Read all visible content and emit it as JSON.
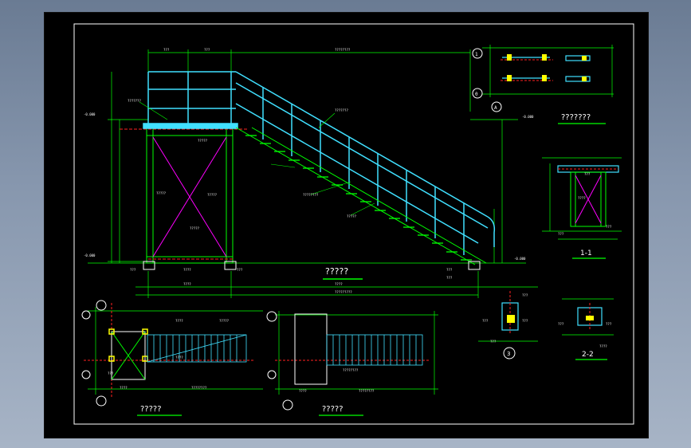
{
  "drawing": {
    "titles": {
      "elevation": "?????",
      "plan_a": "?????",
      "plan_b": "?????",
      "stair_detail": "???????",
      "section_11": "1-1",
      "section_22": "2-2",
      "detail_3": "3"
    },
    "grid_markers": {
      "grid_1": "1",
      "grid_0": "0",
      "grid_a": "A"
    },
    "colors": {
      "line_green": "#00ff00",
      "rail_cyan": "#40e0ff",
      "brace_magenta": "#ff00ff",
      "section_red": "#ff2020",
      "text_yellow": "#ffff00",
      "white": "#ffffff"
    }
  }
}
